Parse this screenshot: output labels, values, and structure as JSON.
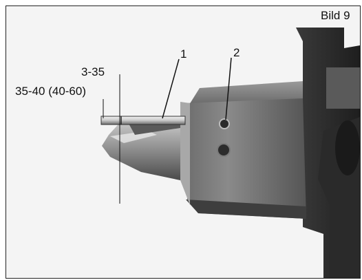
{
  "figure": {
    "caption": "Bild 9",
    "labels": {
      "part_1": "1",
      "part_2": "2",
      "dim_3_35": "3-35",
      "dim_35_40": "35-40 (40-60)"
    }
  }
}
